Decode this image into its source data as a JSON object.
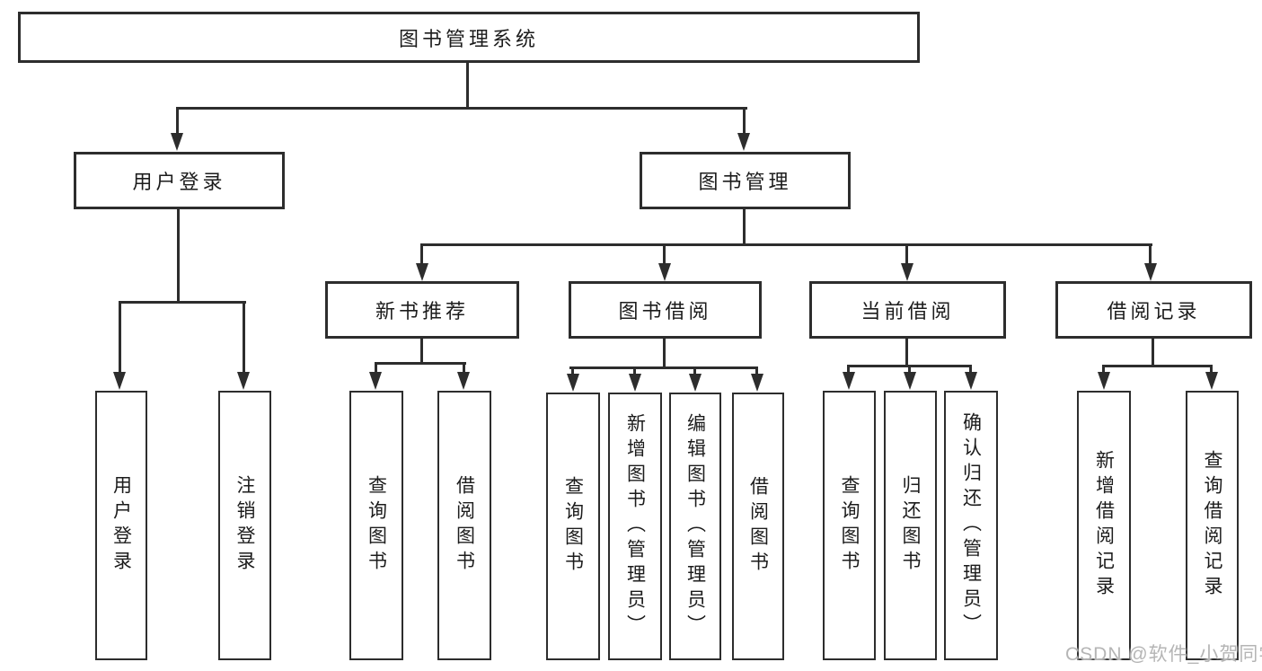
{
  "tree": {
    "root": {
      "label": "图书管理系统"
    },
    "branches": [
      {
        "label": "用户登录",
        "children": [
          {
            "label": "用户登录"
          },
          {
            "label": "注销登录"
          }
        ]
      },
      {
        "label": "图书管理",
        "children": [
          {
            "label": "新书推荐",
            "children": [
              {
                "label": "查询图书"
              },
              {
                "label": "借阅图书"
              }
            ]
          },
          {
            "label": "图书借阅",
            "children": [
              {
                "label": "查询图书"
              },
              {
                "label": "新增图书（管理员）"
              },
              {
                "label": "编辑图书（管理员）"
              },
              {
                "label": "借阅图书"
              }
            ]
          },
          {
            "label": "当前借阅",
            "children": [
              {
                "label": "查询图书"
              },
              {
                "label": "归还图书"
              },
              {
                "label": "确认归还（管理员）"
              }
            ]
          },
          {
            "label": "借阅记录",
            "children": [
              {
                "label": "新增借阅记录"
              },
              {
                "label": "查询借阅记录"
              }
            ]
          }
        ]
      }
    ]
  },
  "watermark": {
    "text": "CSDN @软件_小贺同学"
  },
  "colors": {
    "line": "#2d2d2d",
    "text": "#1c1c1c",
    "watermark": "#b5b5b5",
    "background": "#ffffff"
  }
}
